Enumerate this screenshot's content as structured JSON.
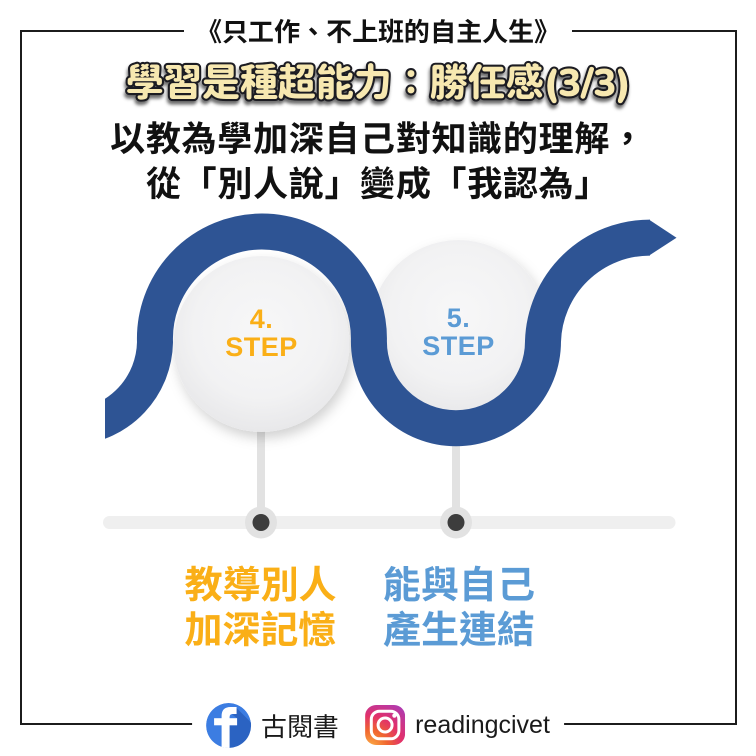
{
  "book_banner": {
    "text": "《只工作、不上班的自主人生》"
  },
  "title": {
    "text": "學習是種超能力：勝任感(3/3)"
  },
  "subtitle": {
    "line1": "以教為學加深自己對知識的理解，",
    "line2": "從「別人說」變成「我認為」"
  },
  "steps": [
    {
      "number": "4.",
      "label": "STEP",
      "caption_line1": "教導別人",
      "caption_line2": "加深記憶",
      "color": "#FAAF17"
    },
    {
      "number": "5.",
      "label": "STEP",
      "caption_line1": "能與自己",
      "caption_line2": "產生連結",
      "color": "#5B9BD5"
    }
  ],
  "footer": {
    "facebook_name": "古閱書",
    "instagram_name": "readingcivet",
    "facebook_icon": "facebook-icon",
    "instagram_icon": "instagram-icon"
  },
  "colors": {
    "ribbon_blue": "#2E5494",
    "step_yellow": "#FAAF17",
    "step_blue": "#5B9BD5",
    "title_fill": "#F7E8B0",
    "title_outline": "#16161d",
    "frame": "#1c1c1c",
    "facebook_blue": "#3C7DE2",
    "instagram_gradient": [
      "#F7B733",
      "#E1306C",
      "#B53BBA"
    ]
  }
}
